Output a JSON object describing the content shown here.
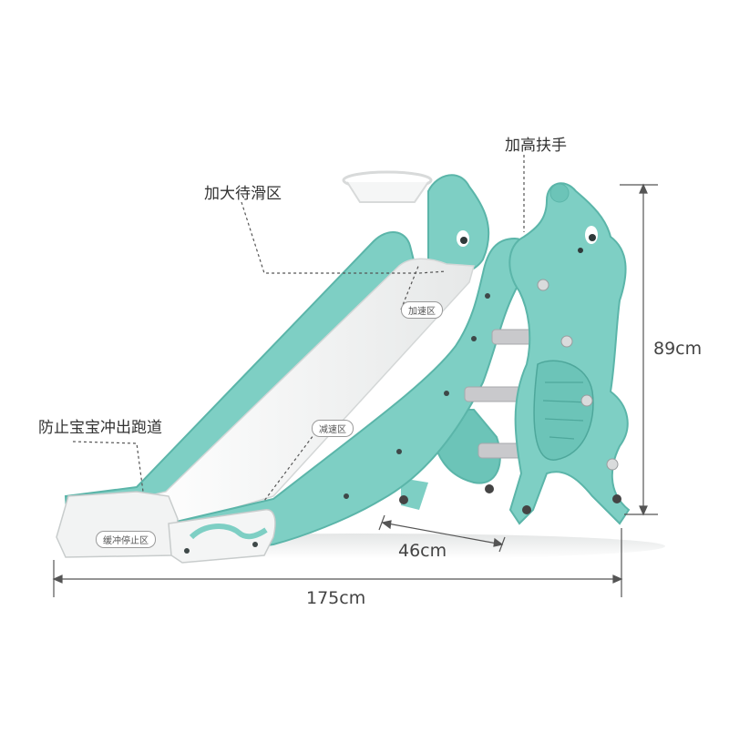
{
  "callouts": {
    "wait_zone": "加大待滑区",
    "handrail": "加高扶手",
    "anti_run": "防止宝宝冲出跑道",
    "accel_zone": "加速区",
    "decel_zone": "减速区",
    "buffer_zone": "缓冲停止区"
  },
  "dimensions": {
    "height": "89cm",
    "depth": "46cm",
    "length": "175cm"
  },
  "colors": {
    "mint": "#7ecfc4",
    "mint_dark": "#5bb5a9",
    "slide_white": "#f2f3f3",
    "step_gray": "#c9c9cc",
    "dim_line": "#555555"
  }
}
